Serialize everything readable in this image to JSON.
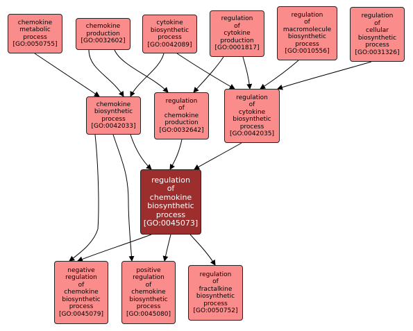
{
  "colors": {
    "node_fill": "#fb8c8c",
    "focus_fill": "#9c2e2e",
    "edge": "#000000"
  },
  "nodes": [
    {
      "id": "n50755",
      "label": "chemokine\nmetabolic\nprocess\n[GO:0050755]"
    },
    {
      "id": "n32602",
      "label": "chemokine\nproduction\n[GO:0032602]"
    },
    {
      "id": "n42089",
      "label": "cytokine\nbiosynthetic\nprocess\n[GO:0042089]"
    },
    {
      "id": "n1817",
      "label": "regulation\nof\ncytokine\nproduction\n[GO:0001817]"
    },
    {
      "id": "n10556",
      "label": "regulation\nof\nmacromolecule\nbiosynthetic\nprocess\n[GO:0010556]"
    },
    {
      "id": "n31326",
      "label": "regulation\nof\ncellular\nbiosynthetic\nprocess\n[GO:0031326]"
    },
    {
      "id": "n42033",
      "label": "chemokine\nbiosynthetic\nprocess\n[GO:0042033]"
    },
    {
      "id": "n32642",
      "label": "regulation\nof\nchemokine\nproduction\n[GO:0032642]"
    },
    {
      "id": "n42035",
      "label": "regulation\nof\ncytokine\nbiosynthetic\nprocess\n[GO:0042035]"
    },
    {
      "id": "n45073",
      "label": "regulation\nof\nchemokine\nbiosynthetic\nprocess\n[GO:0045073]",
      "focus": true
    },
    {
      "id": "n45079",
      "label": "negative\nregulation\nof\nchemokine\nbiosynthetic\nprocess\n[GO:0045079]"
    },
    {
      "id": "n45080",
      "label": "positive\nregulation\nof\nchemokine\nbiosynthetic\nprocess\n[GO:0045080]"
    },
    {
      "id": "n50752",
      "label": "regulation\nof\nfractalkine\nbiosynthetic\nprocess\n[GO:0050752]"
    }
  ]
}
